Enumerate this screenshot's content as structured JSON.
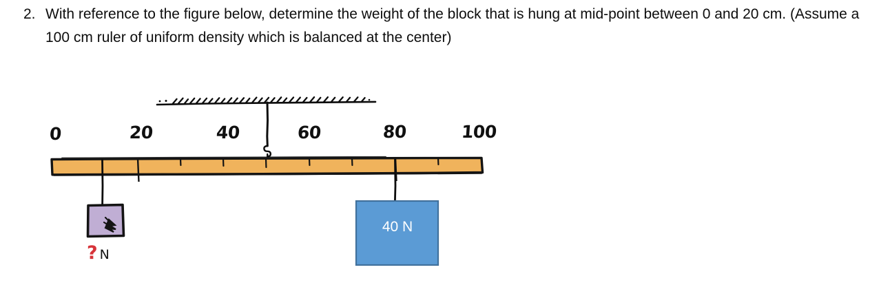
{
  "question": {
    "number": "2.",
    "text": "With reference to the figure below, determine the weight of the block that is hung at mid-point between 0 and 20 cm. (Assume a 100 cm ruler of uniform density which is balanced at the center)"
  },
  "figure": {
    "type": "physics-free-body-diagram",
    "description": "A 100 cm uniform ruler suspended from a ceiling at its center pivot, with two blocks hung from it",
    "ceiling": {
      "label": "hatched-ceiling",
      "hatch_count": 28
    },
    "ruler": {
      "label": "ruler",
      "length_cm": 100,
      "fill_color": "#F0B35C",
      "outline_color": "#141414",
      "tick_labels": [
        "0",
        "20",
        "40",
        "60",
        "80",
        "100"
      ],
      "tick_values_cm": [
        0,
        20,
        40,
        60,
        80,
        100
      ],
      "minor_tick_values_cm": [
        10,
        20,
        30,
        40,
        50,
        60,
        70,
        80,
        90
      ]
    },
    "pivot": {
      "label": "pivot-hook",
      "position_cm": 50
    },
    "blocks": [
      {
        "name": "unknown-block",
        "label_value": "?",
        "label_unit": "N",
        "label_color": "#d7343a",
        "fill_color": "#C0AED4",
        "outline_color": "#141414",
        "hang_position_cm": 10
      },
      {
        "name": "known-block",
        "label": "40 N",
        "fill_color": "#5B9BD5",
        "outline_color": "#41719C",
        "text_color": "#FFFFFF",
        "hang_position_cm": 78
      }
    ]
  }
}
